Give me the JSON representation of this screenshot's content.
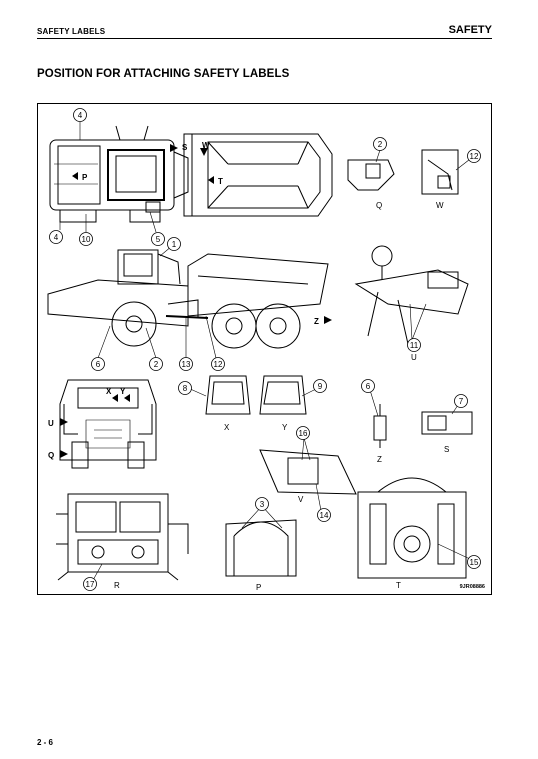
{
  "header": {
    "section": "SAFETY LABELS",
    "chapter": "SAFETY"
  },
  "title": "POSITION FOR ATTACHING SAFETY LABELS",
  "figure": {
    "drawing_code": "9JR08886",
    "view_labels": {
      "q": "Q",
      "w": "W",
      "u": "U",
      "x": "X",
      "y": "Y",
      "z": "Z",
      "s": "S",
      "v": "V",
      "r": "R",
      "p": "P",
      "t": "T"
    },
    "top_view_letters": {
      "s": "S",
      "w": "W",
      "p": "P",
      "t": "T"
    },
    "side_view_letter": "Z",
    "front_view_letters": {
      "x": "X",
      "y": "Y",
      "u": "U",
      "q": "Q"
    },
    "callouts": {
      "c1": "1",
      "c2": "2",
      "c3": "3",
      "c4": "4",
      "c5": "5",
      "c6": "6",
      "c7": "7",
      "c8": "8",
      "c9": "9",
      "c10": "10",
      "c11": "11",
      "c12": "12",
      "c13": "13",
      "c14": "14",
      "c15": "15",
      "c16": "16",
      "c17": "17"
    }
  },
  "footer": {
    "page_number": "2 - 6"
  }
}
